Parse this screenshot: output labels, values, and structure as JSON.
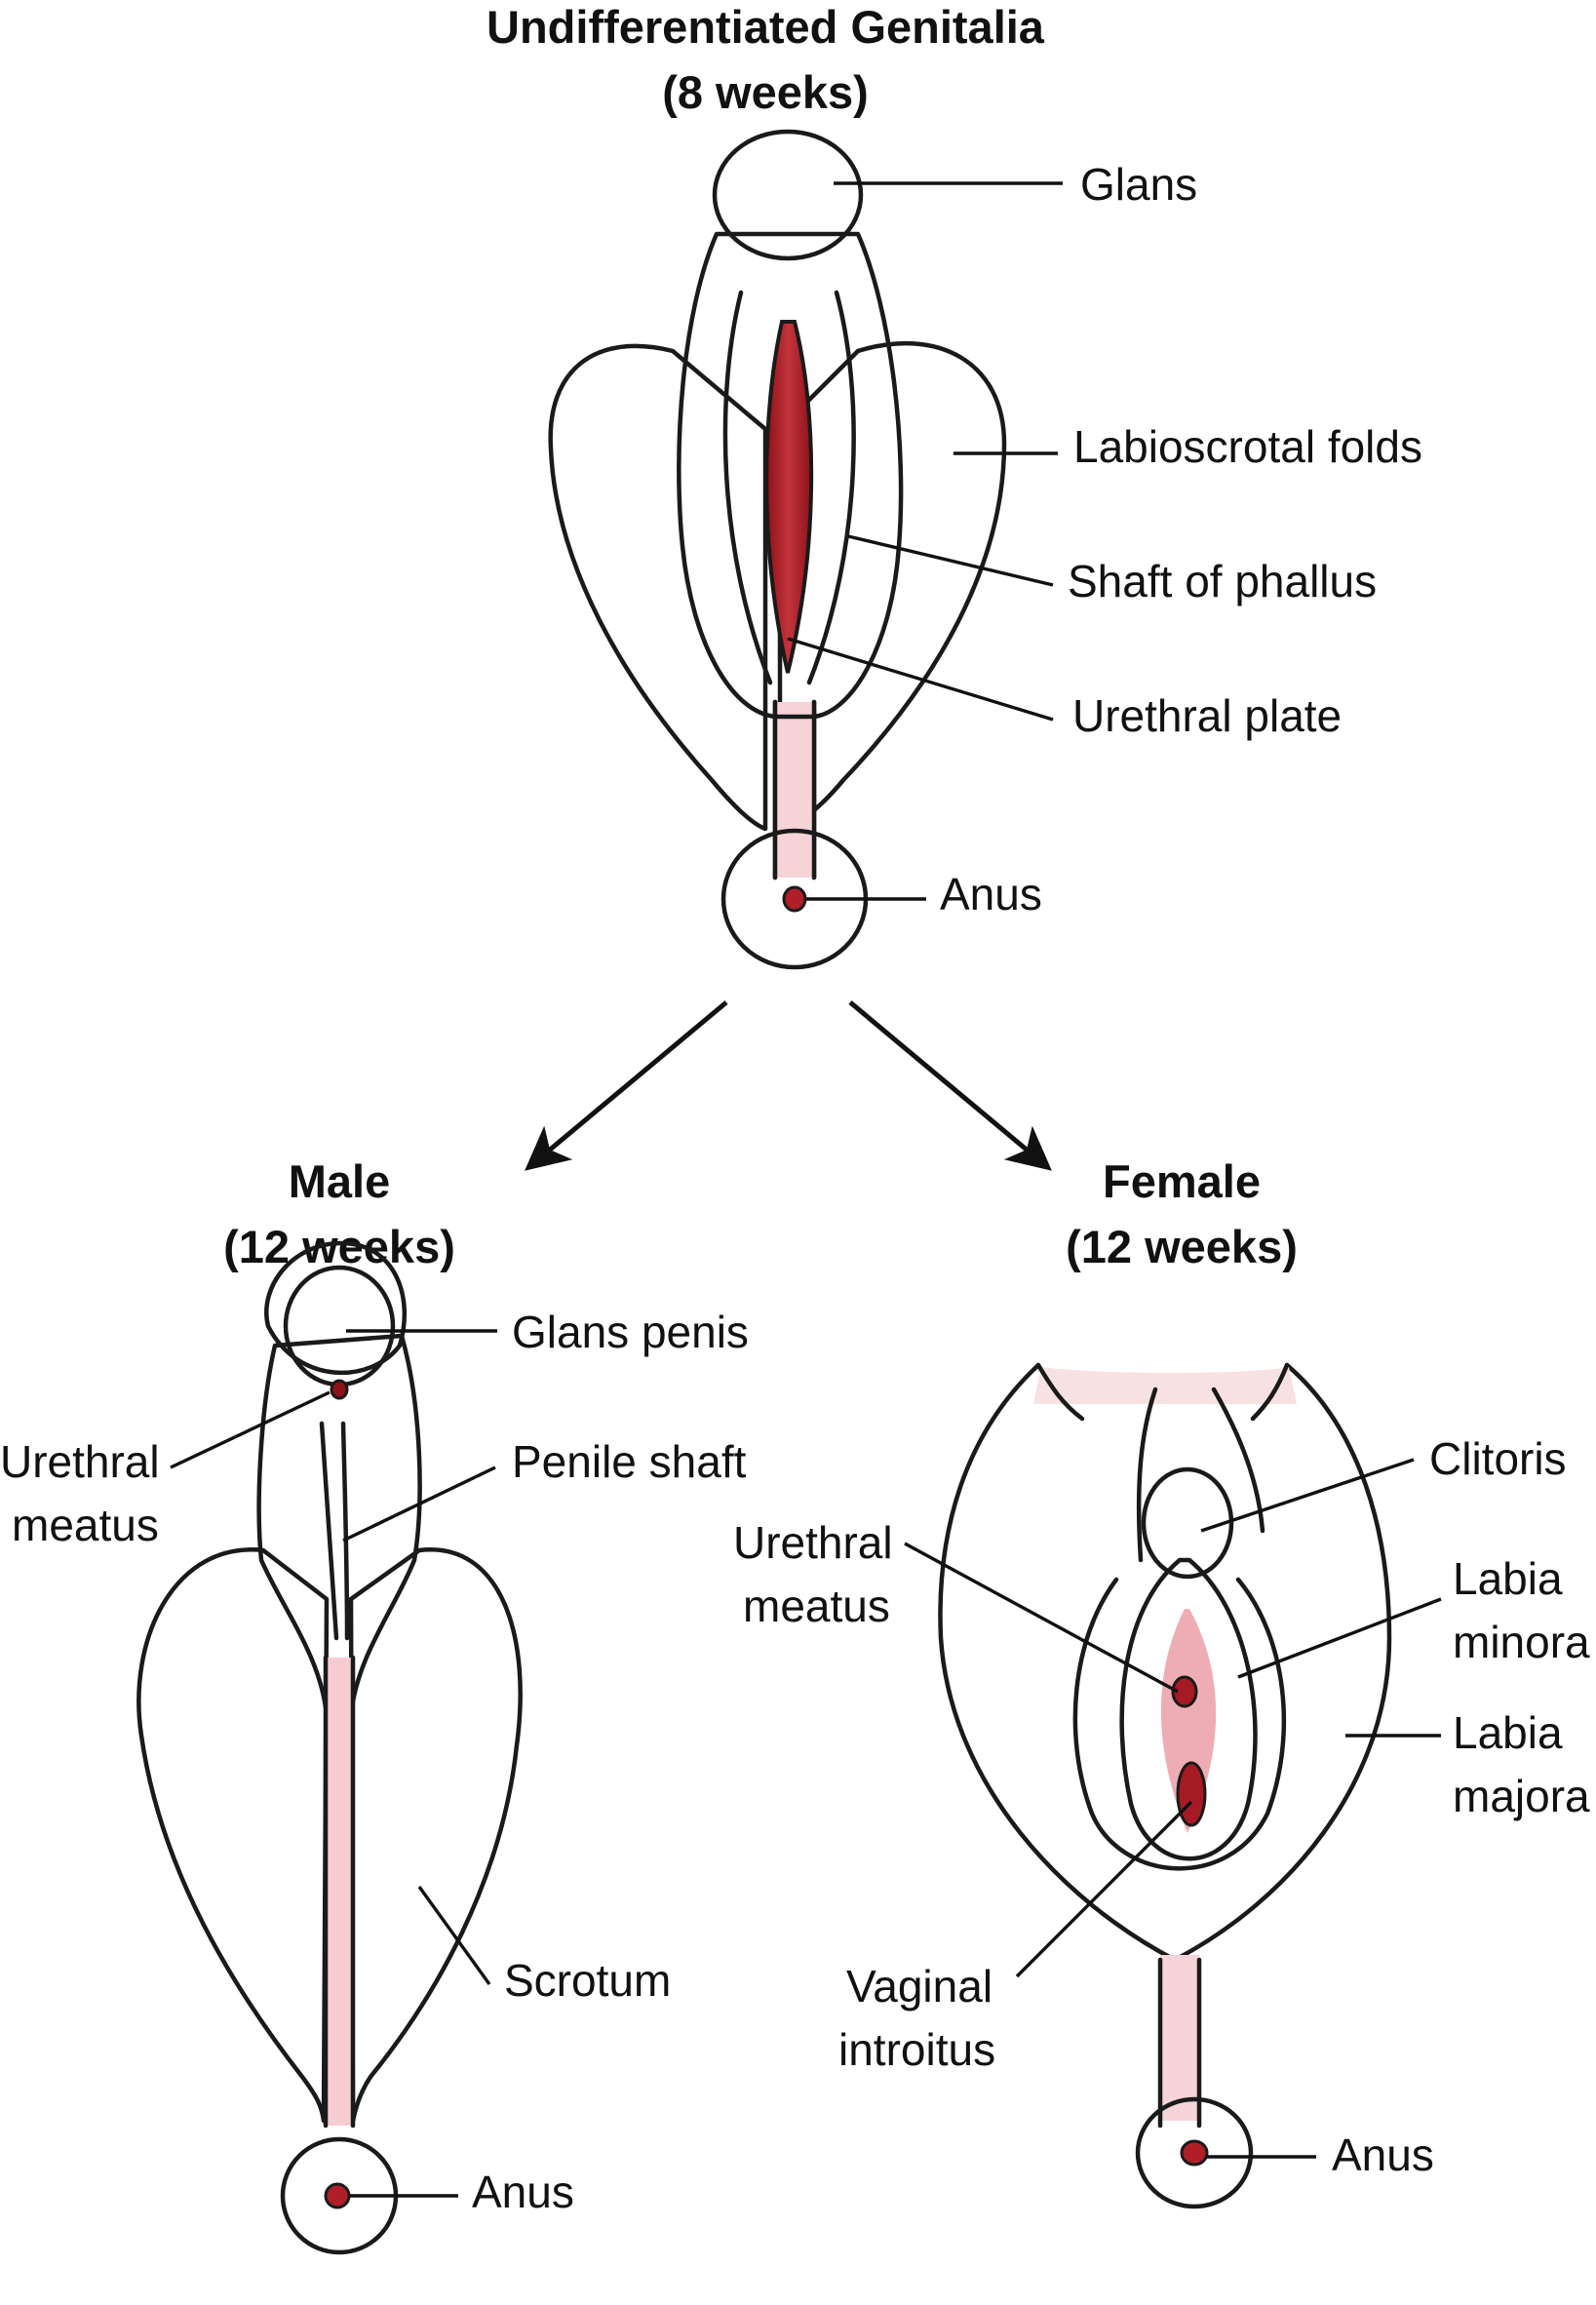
{
  "titles": {
    "top_line1": "Undifferentiated Genitalia",
    "top_line2": "(8 weeks)",
    "male_line1": "Male",
    "male_line2": "(12 weeks)",
    "female_line1": "Female",
    "female_line2": "(12 weeks)"
  },
  "labels_top": {
    "glans": "Glans",
    "labioscrotal": "Labioscrotal folds",
    "shaft": "Shaft of phallus",
    "urethral_plate": "Urethral plate",
    "anus": "Anus"
  },
  "labels_male": {
    "glans_penis": "Glans penis",
    "urethral_meatus_1": "Urethral",
    "urethral_meatus_2": "meatus",
    "penile_shaft": "Penile shaft",
    "scrotum": "Scrotum",
    "anus": "Anus"
  },
  "labels_female": {
    "clitoris": "Clitoris",
    "urethral_meatus_1": "Urethral",
    "urethral_meatus_2": "meatus",
    "labia_minora_1": "Labia",
    "labia_minora_2": "minora",
    "labia_majora_1": "Labia",
    "labia_majora_2": "majora",
    "vaginal_1": "Vaginal",
    "vaginal_2": "introitus",
    "anus": "Anus"
  },
  "colors": {
    "outline": "#1a1a1a",
    "skin_light": "#fbe9ea",
    "skin_mid": "#f3c9cd",
    "skin_dark": "#e9a3ab",
    "groove": "#b5222b"
  }
}
